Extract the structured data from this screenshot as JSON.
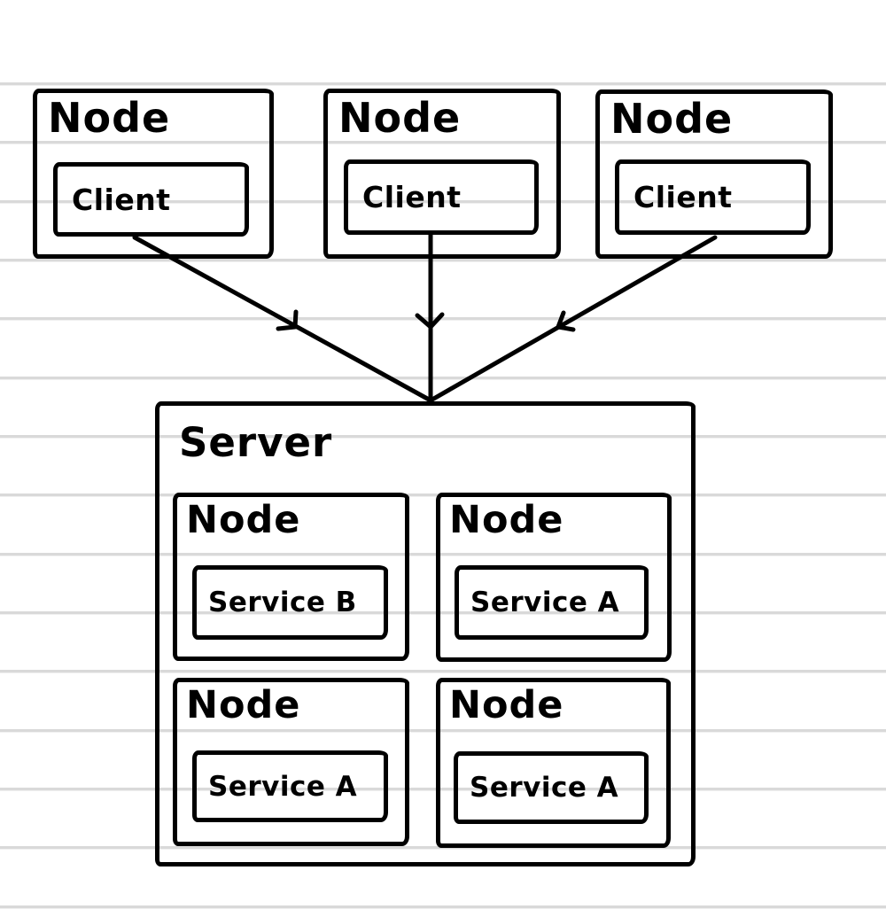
{
  "diagram": {
    "type": "architecture-sketch",
    "style": "hand-drawn whiteboard sketch on ruled paper",
    "colors": {
      "stroke": "#000000",
      "ruled_line": "#d9d9d9",
      "background": "#ffffff"
    },
    "top_nodes": [
      {
        "title": "Node",
        "child_label": "Client"
      },
      {
        "title": "Node",
        "child_label": "Client"
      },
      {
        "title": "Node",
        "child_label": "Client"
      }
    ],
    "arrows": [
      {
        "from": "Client (left node)",
        "to": "Server",
        "direction": "down"
      },
      {
        "from": "Client (middle node)",
        "to": "Server",
        "direction": "down"
      },
      {
        "from": "Client (right node)",
        "to": "Server",
        "direction": "down"
      }
    ],
    "server": {
      "title": "Server",
      "nodes": [
        {
          "title": "Node",
          "child_label": "Service B"
        },
        {
          "title": "Node",
          "child_label": "Service A"
        },
        {
          "title": "Node",
          "child_label": "Service A"
        },
        {
          "title": "Node",
          "child_label": "Service A"
        }
      ]
    }
  }
}
